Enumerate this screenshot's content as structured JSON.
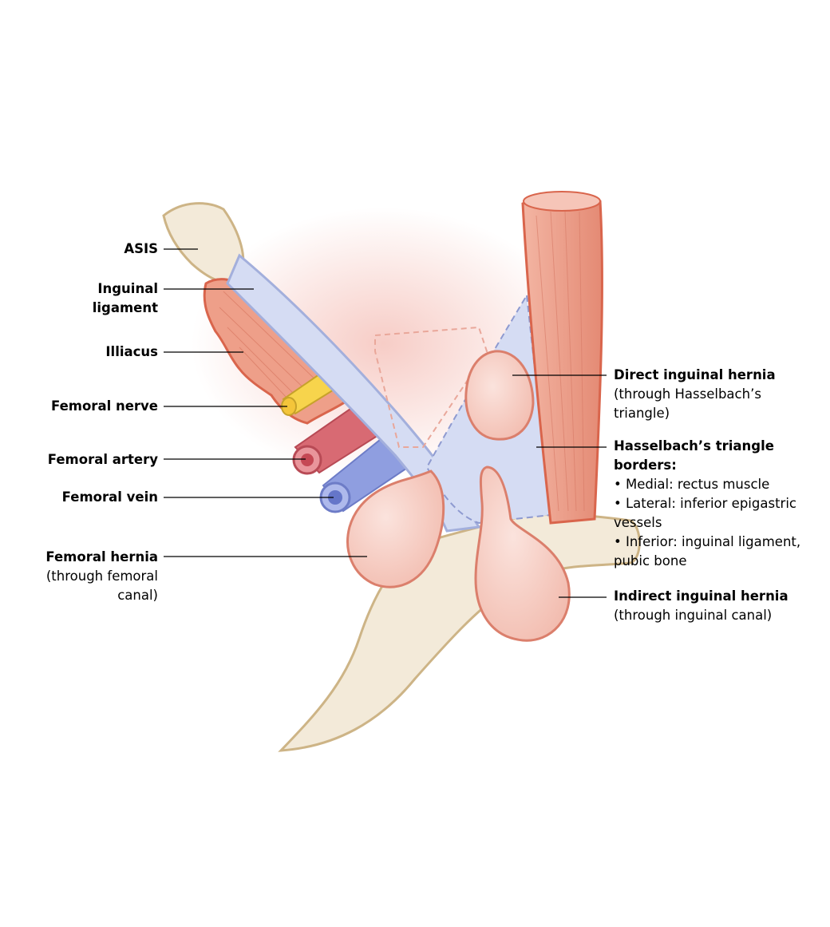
{
  "labels": {
    "asis": "ASIS",
    "inguinal_ligament": [
      "Inguinal",
      "ligament"
    ],
    "illiacus": "Illiacus",
    "femoral_nerve": "Femoral nerve",
    "femoral_artery": "Femoral artery",
    "femoral_vein": "Femoral vein",
    "femoral_hernia": {
      "title": "Femoral hernia",
      "sub": [
        "(through femoral",
        "canal)"
      ]
    },
    "direct_hernia": {
      "title": "Direct inguinal hernia",
      "sub": [
        "(through Hasselbach’s",
        "triangle)"
      ]
    },
    "triangle": {
      "title": [
        "Hasselbach’s triangle",
        "borders:"
      ],
      "lines": [
        "• Medial: rectus muscle",
        "• Lateral: inferior epigastric",
        "vessels",
        "• Inferior: inguinal ligament,",
        "pubic bone"
      ]
    },
    "indirect_hernia": {
      "title": "Indirect inguinal hernia",
      "sub": [
        "(through inguinal canal)"
      ]
    }
  },
  "colors": {
    "bone": "#f3ead9",
    "bone_outline": "#cdb486",
    "muscle": "#e9a08c",
    "muscle_outline": "#d9654c",
    "ligament": "#d5dcf3",
    "ligament_outline": "#a3afdc",
    "nerve": "#f7d44c",
    "artery": "#d86a73",
    "vein": "#8f9ee0",
    "hernia": "#f7cfc6",
    "hernia_outline": "#db7f6c"
  }
}
